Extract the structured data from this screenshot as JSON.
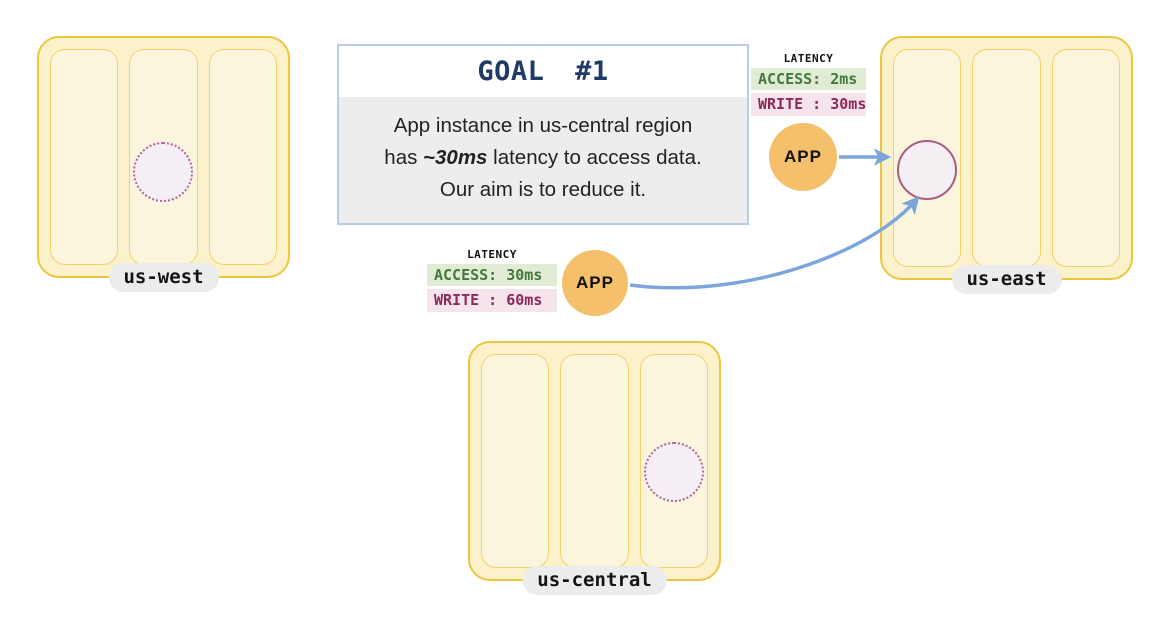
{
  "goal_box": {
    "title": "GOAL #1",
    "line1": "App instance in us-central region",
    "line2_pre": "has ",
    "line2_em": "~30ms",
    "line2_post": " latency to access data.",
    "line3": "Our aim is to reduce it."
  },
  "regions": {
    "us_west": {
      "label": "us-west"
    },
    "us_east": {
      "label": "us-east"
    },
    "us_central": {
      "label": "us-central"
    }
  },
  "apps": {
    "east": {
      "label": "APP"
    },
    "central": {
      "label": "APP"
    }
  },
  "latency_east": {
    "heading": "LATENCY",
    "access": "ACCESS: 2ms",
    "write": "WRITE : 30ms"
  },
  "latency_central": {
    "heading": "LATENCY",
    "access": "ACCESS: 30ms",
    "write": "WRITE : 60ms"
  },
  "colors": {
    "region_fill": "#fbf1cb",
    "region_border": "#edc63f",
    "rack_fill": "#fcf5de",
    "rack_border": "#f2d268",
    "app_orange": "#f4c06c",
    "arrow_blue": "#7ca5dc",
    "db_border_plum": "#a65e82",
    "db_fill": "#f5eff5",
    "access_badge_bg": "#dfebd5",
    "access_badge_text": "#44793b",
    "write_badge_bg": "#f6e4ec",
    "write_badge_text": "#8e2859",
    "goal_title_navy": "#1e3a66",
    "goal_body_bg": "#ededed",
    "goal_border": "#b9cde8",
    "label_pill_bg": "#ececec"
  }
}
